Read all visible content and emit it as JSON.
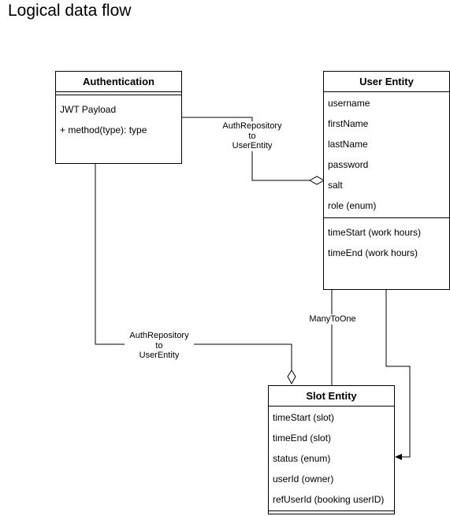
{
  "title": "Logical data flow",
  "entities": {
    "authentication": {
      "name": "Authentication",
      "attributes": [
        "JWT Payload"
      ],
      "methods": [
        "+ method(type): type"
      ]
    },
    "user": {
      "name": "User Entity",
      "attributes": [
        "username",
        "firstName",
        "lastName",
        "password",
        "salt",
        "role (enum)"
      ],
      "methods": [
        "timeStart (work hours)",
        "timeEnd (work hours)"
      ]
    },
    "slot": {
      "name": "Slot Entity",
      "attributes": [
        "timeStart (slot)",
        "timeEnd (slot)",
        "status (enum)",
        "userId (owner)",
        "refUserId (booking userID)"
      ]
    }
  },
  "relations": {
    "auth_to_user_top": {
      "label": "AuthRepository\nto\nUserEntity"
    },
    "auth_to_slot": {
      "label": "AuthRepository\nto\nUserEntity"
    },
    "slot_to_user": {
      "label": "ManyToOne"
    }
  }
}
